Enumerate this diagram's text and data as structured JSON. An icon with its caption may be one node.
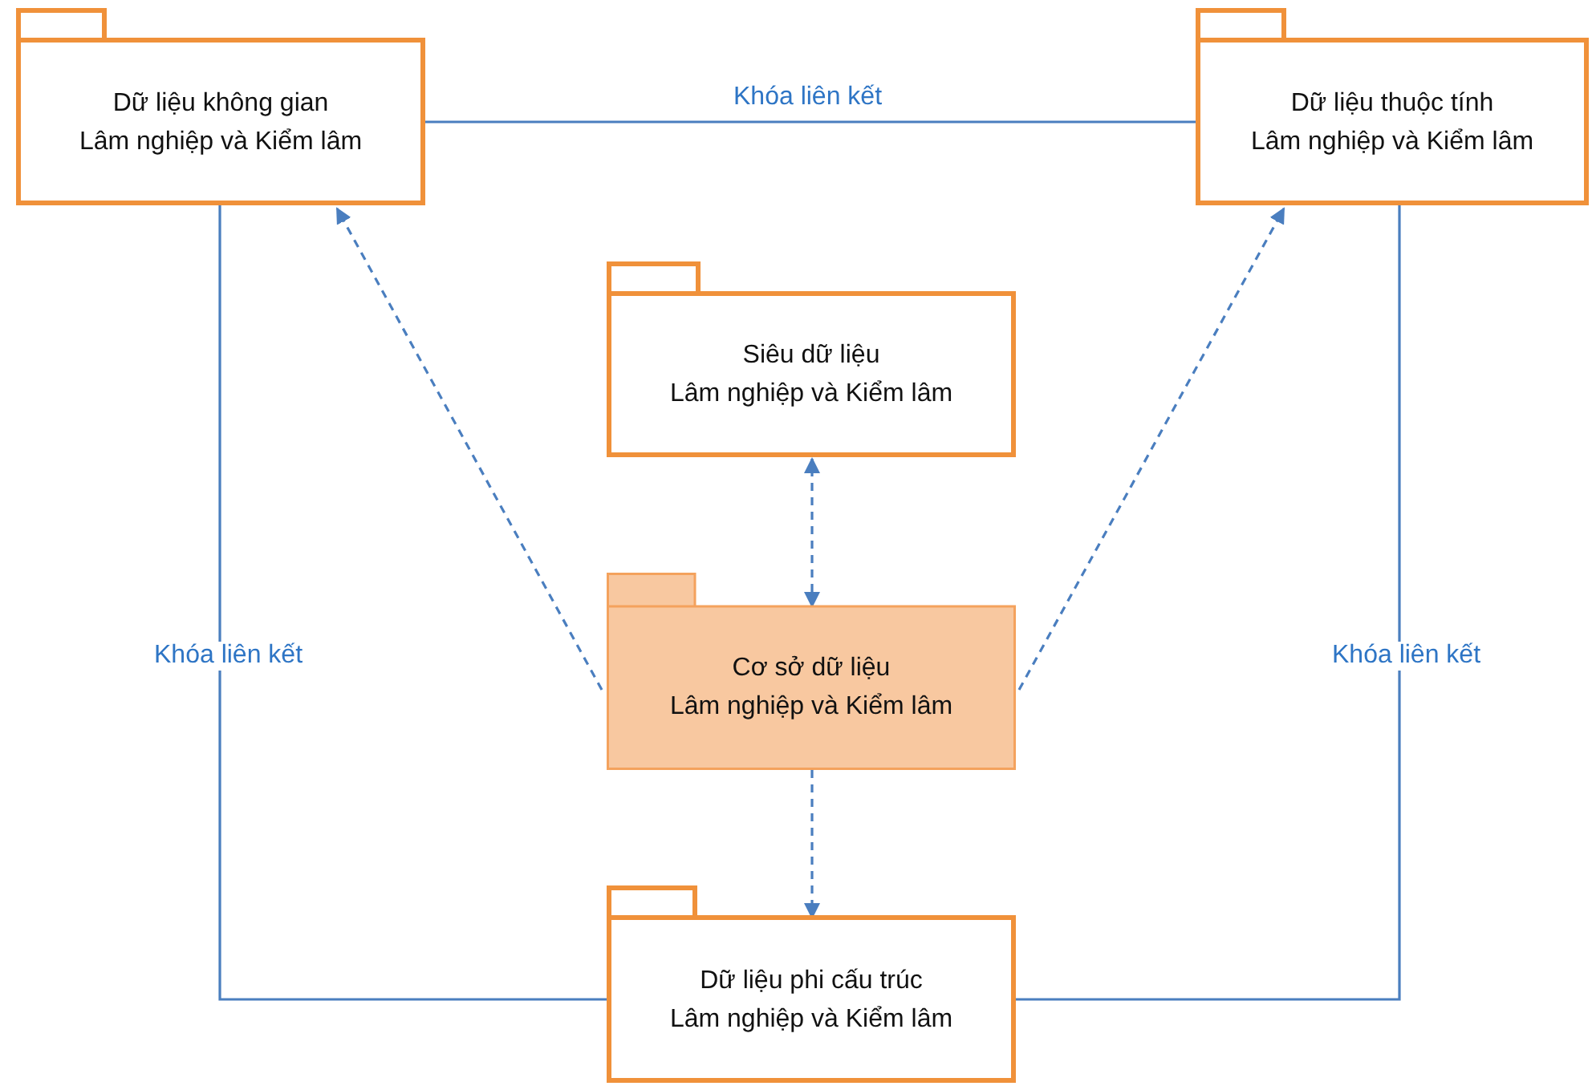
{
  "diagram": {
    "nodes": [
      {
        "text": [
          "Dữ liệu không gian",
          "Lâm nghiệp và Kiểm lâm"
        ]
      },
      {
        "text": [
          "Dữ liệu thuộc tính",
          "Lâm nghiệp và Kiểm lâm"
        ]
      },
      {
        "text": [
          "Siêu dữ liệu",
          "Lâm nghiệp và Kiểm lâm"
        ]
      },
      {
        "text": [
          "Cơ sở dữ liệu",
          "Lâm nghiệp và Kiểm lâm"
        ]
      },
      {
        "text": [
          "Dữ liệu phi cấu trúc",
          "Lâm nghiệp và Kiểm lâm"
        ]
      }
    ],
    "edges": [
      {
        "from": 0,
        "to": 1,
        "arrow": "none",
        "label": "Khóa liên kết"
      },
      {
        "from": 0,
        "to": 4,
        "arrow": "none",
        "label": "Khóa liên kết"
      },
      {
        "from": 1,
        "to": 4,
        "arrow": "none",
        "label": "Khóa liên kết"
      },
      {
        "from": 3,
        "to": 0,
        "arrow": "to",
        "style": "dashed"
      },
      {
        "from": 3,
        "to": 1,
        "arrow": "to",
        "style": "dashed"
      },
      {
        "from": 3,
        "to": 2,
        "arrow": "both",
        "style": "dashed"
      },
      {
        "from": 3,
        "to": 4,
        "arrow": "to",
        "style": "dashed"
      }
    ]
  }
}
